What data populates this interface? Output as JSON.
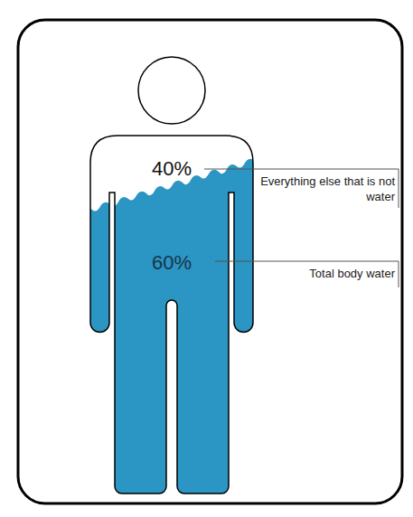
{
  "diagram": {
    "labels": [
      "40%",
      "Everything else that is not water",
      "60%",
      "Total body water"
    ]
  }
}
